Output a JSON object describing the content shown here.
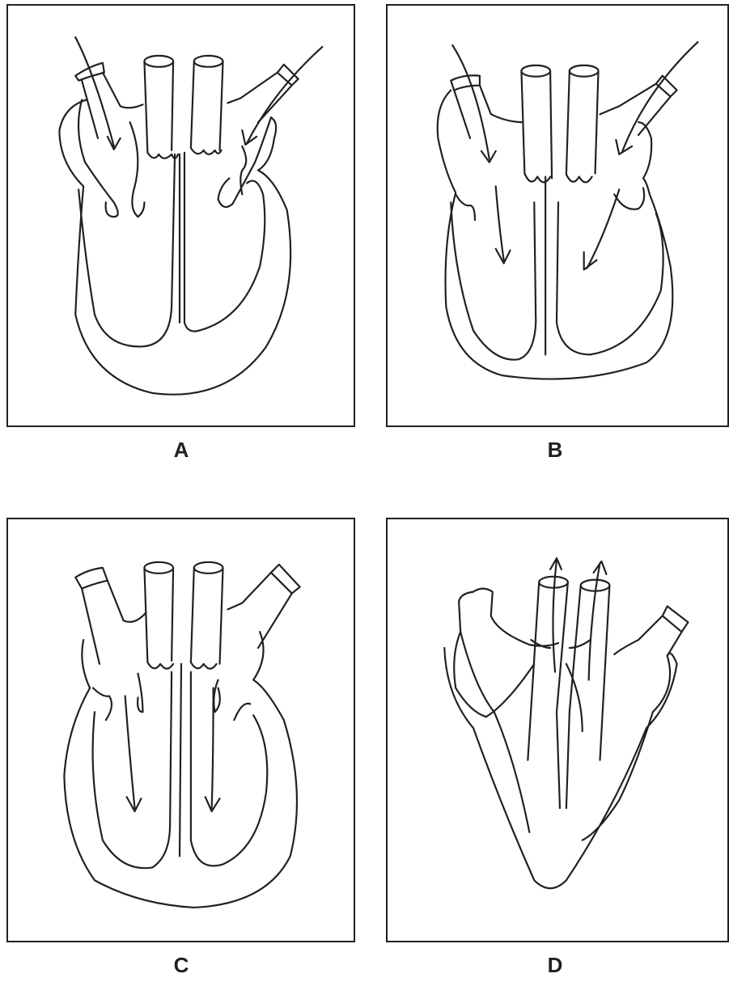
{
  "figure": {
    "colors": {
      "stroke": "#231f20",
      "background": "#ffffff"
    },
    "panels": [
      {
        "id": "a",
        "label": "A"
      },
      {
        "id": "b",
        "label": "B"
      },
      {
        "id": "c",
        "label": "C"
      },
      {
        "id": "d",
        "label": "D"
      }
    ]
  }
}
